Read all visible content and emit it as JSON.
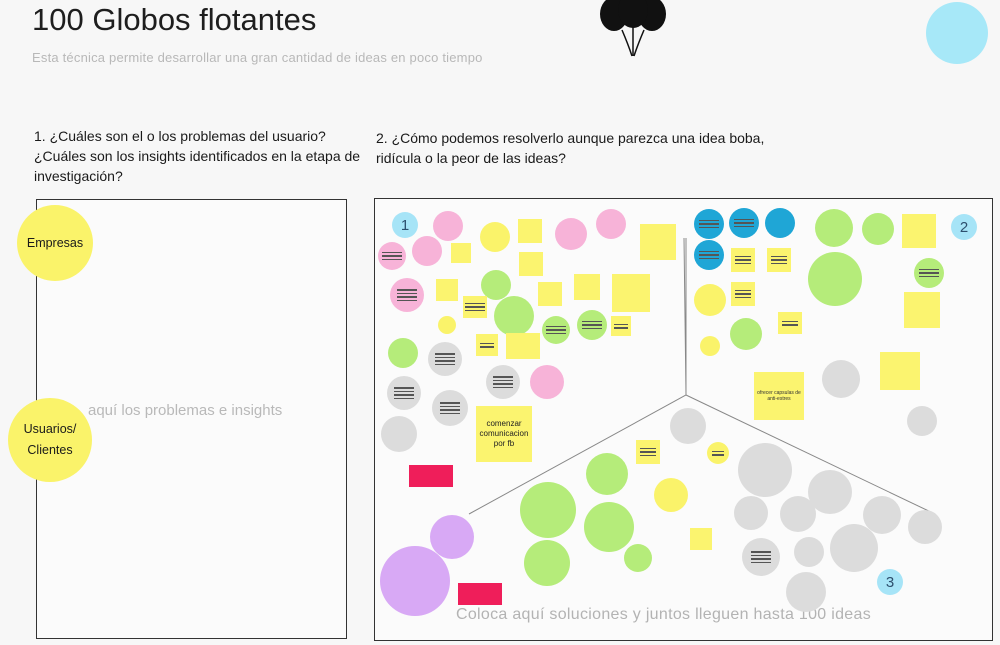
{
  "header": {
    "title": "100 Globos flotantes",
    "subtitle": "Esta técnica permite desarrollar una gran cantidad de ideas en poco tiempo"
  },
  "questions": {
    "q1": "1. ¿Cuáles son el o los problemas del usuario? ¿Cuáles son los insights identificados en la etapa de investigación?",
    "q2": "2. ¿Cómo podemos resolverlo aunque parezca una idea boba, ridícula  o la peor de las ideas?"
  },
  "left_board": {
    "empresas": "Empresas",
    "usuarios": "Usuarios/ Clientes",
    "placeholder": "aquí los problemas e insights"
  },
  "right_board": {
    "placeholder": "Coloca aquí soluciones y juntos lleguen hasta 100 ideas",
    "sections": [
      "1",
      "2",
      "3"
    ],
    "note_comenzar": "comenzar comunicacion por fb",
    "note_ofrecer": "ofrecer capsulas de anti-estres"
  },
  "colors": {
    "yellow": "#faf36a",
    "green": "#b5ec7a",
    "pink": "#f7b3d8",
    "gray": "#dcdcdc",
    "blue": "#1fa6d6",
    "purple": "#d8a9f5",
    "red": "#ef1e5a",
    "light_blue": "#a7e8f8"
  },
  "icons": {
    "balloons": "balloons-icon"
  }
}
